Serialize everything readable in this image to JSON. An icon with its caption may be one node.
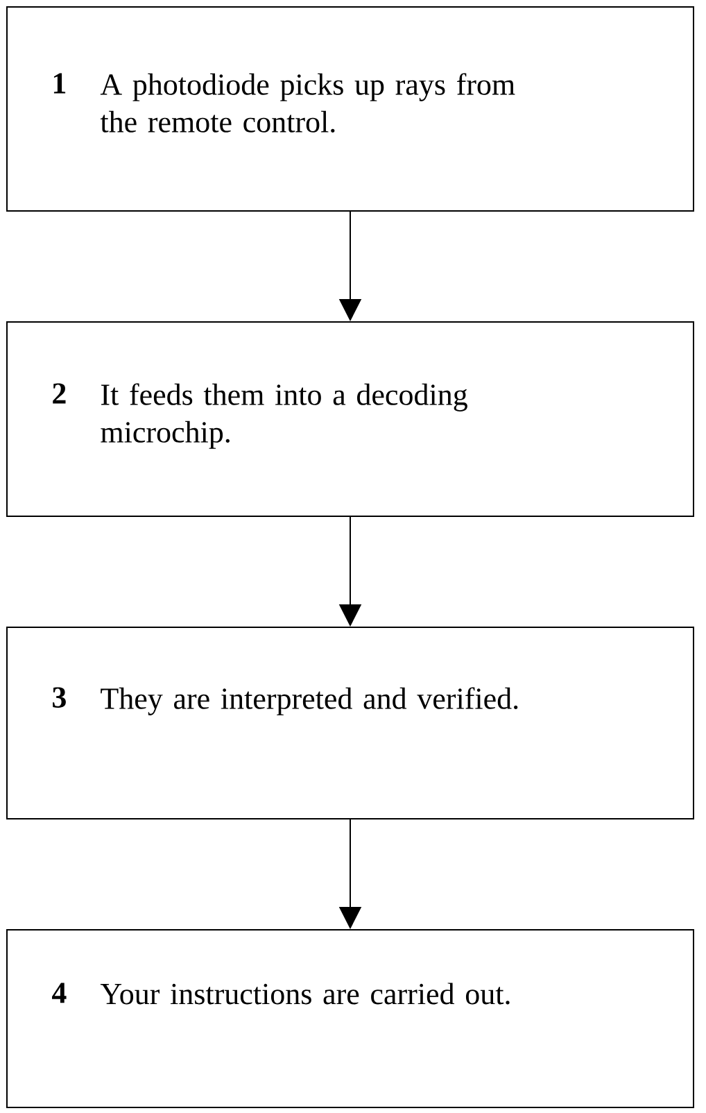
{
  "diagram": {
    "nodes": [
      {
        "text": [
          "1",
          "A photodiode picks up rays from the remote control."
        ]
      },
      {
        "text": [
          "2",
          "It feeds them into a decoding microchip."
        ]
      },
      {
        "text": [
          "3",
          "They are interpreted and verified."
        ]
      },
      {
        "text": [
          "4",
          "Your instructions are carried out."
        ]
      }
    ],
    "edges": [
      {
        "from": 0,
        "to": 1,
        "arrow": "to"
      },
      {
        "from": 1,
        "to": 2,
        "arrow": "to"
      },
      {
        "from": 2,
        "to": 3,
        "arrow": "to"
      }
    ]
  }
}
